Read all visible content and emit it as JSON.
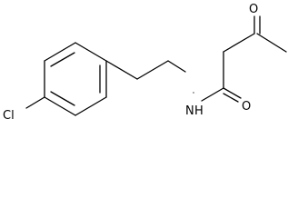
{
  "molecule": {
    "atoms": {
      "chlorine": "Cl",
      "nitrogen": "N",
      "hydrogen": "H",
      "amide_oxygen": "O",
      "ketone_oxygen": "O"
    }
  }
}
